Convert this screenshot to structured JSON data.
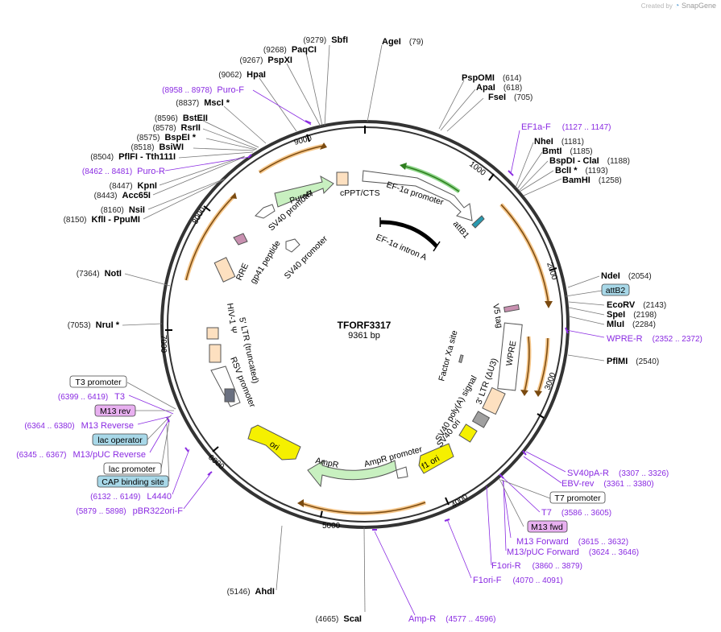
{
  "brand": {
    "created_by": "Created by",
    "product": "SnapGene"
  },
  "plasmid": {
    "name": "TFORF3317",
    "size": "9361 bp"
  },
  "ruler": [
    "1000",
    "2000",
    "3000",
    "4000",
    "5000",
    "6000",
    "7000",
    "8000",
    "9000"
  ],
  "enzymes": [
    {
      "name": "AgeI",
      "pos": "(79)"
    },
    {
      "name": "SbfI",
      "pos": "(9279)"
    },
    {
      "name": "PaqCI",
      "pos": "(9268)"
    },
    {
      "name": "PspXI",
      "pos": "(9267)"
    },
    {
      "name": "HpaI",
      "pos": "(9062)"
    },
    {
      "name": "MscI *",
      "pos": "(8837)"
    },
    {
      "name": "BstEII",
      "pos": "(8596)"
    },
    {
      "name": "RsrII",
      "pos": "(8578)"
    },
    {
      "name": "BspEI *",
      "pos": "(8575)"
    },
    {
      "name": "BsiWI",
      "pos": "(8518)"
    },
    {
      "name": "PflFI - Tth111I",
      "pos": "(8504)"
    },
    {
      "name": "KpnI",
      "pos": "(8447)"
    },
    {
      "name": "Acc65I",
      "pos": "(8443)"
    },
    {
      "name": "NsiI",
      "pos": "(8160)"
    },
    {
      "name": "KflI - PpuMI",
      "pos": "(8150)"
    },
    {
      "name": "NotI",
      "pos": "(7364)"
    },
    {
      "name": "NruI *",
      "pos": "(7053)"
    },
    {
      "name": "AhdI",
      "pos": "(5146)"
    },
    {
      "name": "ScaI",
      "pos": "(4665)"
    },
    {
      "name": "PspOMI",
      "pos": "(614)"
    },
    {
      "name": "ApaI",
      "pos": "(618)"
    },
    {
      "name": "FseI",
      "pos": "(705)"
    },
    {
      "name": "NheI",
      "pos": "(1181)"
    },
    {
      "name": "BmtI",
      "pos": "(1185)"
    },
    {
      "name": "BspDI - ClaI",
      "pos": "(1188)"
    },
    {
      "name": "BclI *",
      "pos": "(1193)"
    },
    {
      "name": "BamHI",
      "pos": "(1258)"
    },
    {
      "name": "NdeI",
      "pos": "(2054)"
    },
    {
      "name": "EcoRV",
      "pos": "(2143)"
    },
    {
      "name": "SpeI",
      "pos": "(2198)"
    },
    {
      "name": "MluI",
      "pos": "(2284)"
    },
    {
      "name": "PflMI",
      "pos": "(2540)"
    }
  ],
  "primers": [
    {
      "name": "Puro-F",
      "range": "(8958 .. 8978)"
    },
    {
      "name": "Puro-R",
      "range": "(8462 .. 8481)"
    },
    {
      "name": "EF1a-F",
      "range": "(1127 .. 1147)"
    },
    {
      "name": "WPRE-R",
      "range": "(2352 .. 2372)"
    },
    {
      "name": "SV40pA-R",
      "range": "(3307 .. 3326)"
    },
    {
      "name": "EBV-rev",
      "range": "(3361 .. 3380)"
    },
    {
      "name": "T7",
      "range": "(3586 .. 3605)"
    },
    {
      "name": "M13 Forward",
      "range": "(3615 .. 3632)"
    },
    {
      "name": "M13/pUC Forward",
      "range": "(3624 .. 3646)"
    },
    {
      "name": "F1ori-R",
      "range": "(3860 .. 3879)"
    },
    {
      "name": "F1ori-F",
      "range": "(4070 .. 4091)"
    },
    {
      "name": "Amp-R",
      "range": "(4577 .. 4596)"
    },
    {
      "name": "pBR322ori-F",
      "range": "(5879 .. 5898)"
    },
    {
      "name": "L4440",
      "range": "(6132 .. 6149)"
    },
    {
      "name": "M13/pUC Reverse",
      "range": "(6345 .. 6367)"
    },
    {
      "name": "M13 Reverse",
      "range": "(6364 .. 6380)"
    },
    {
      "name": "T3",
      "range": "(6399 .. 6419)"
    }
  ],
  "boxed_labels": {
    "attB2": "attB2",
    "t7_promoter": "T7 promoter",
    "m13_fwd": "M13 fwd",
    "t3_promoter": "T3 promoter",
    "m13_rev": "M13 rev",
    "lac_operator": "lac operator",
    "lac_promoter": "lac promoter",
    "cap_site": "CAP binding site"
  },
  "features": {
    "puror": "PuroR",
    "cppt": "cPPT/CTS",
    "ef1a_promoter": "EF-1α promoter",
    "attb1": "attB1",
    "ef1a_intron": "EF-1α intron A",
    "sv40_promoter_1": "SV40 promoter",
    "sv40_promoter_2": "SV40 promoter",
    "gp41": "gp41 peptide",
    "rre": "RRE",
    "v5": "V5 tag",
    "factor_xa": "Factor Xa site",
    "wpre": "WPRE",
    "ltr3": "3' LTR (ΔU3)",
    "sv40_polya": "SV40 poly(A) signal",
    "sv40_ori": "SV40 ori",
    "f1_ori": "f1 ori",
    "amp_promoter": "AmpR promoter",
    "ampr": "AmpR",
    "ori": "ori",
    "rsv_promoter": "RSV promoter",
    "ltr5": "5' LTR (truncated)",
    "hiv_psi": "HIV-1 Ψ"
  },
  "colors": {
    "backbone": "#333333",
    "primer": "#8a2be2",
    "orf": "#f5c68a",
    "green": "#c8f0c0",
    "yellow": "#f5f000",
    "box_blue": "#a8d8e8",
    "box_pink": "#e8b0f0"
  }
}
